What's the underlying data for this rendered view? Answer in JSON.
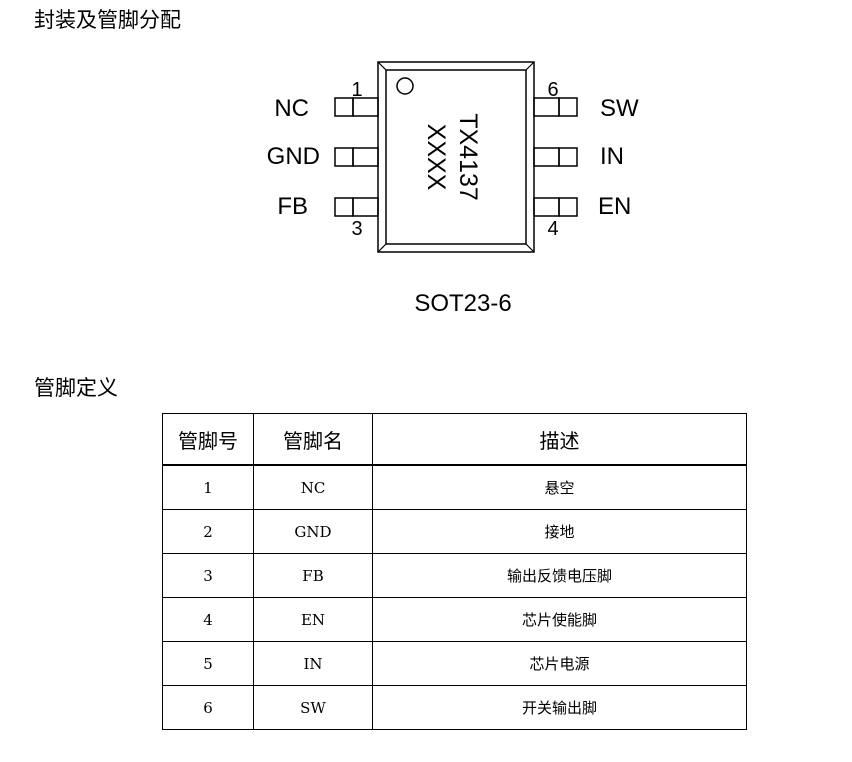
{
  "headings": {
    "package": "封装及管脚分配",
    "definition": "管脚定义"
  },
  "package": {
    "name": "SOT23-6",
    "marking_line1": "TX4137",
    "marking_line2": "XXXX",
    "pins_left": [
      {
        "number": "1",
        "name": "NC"
      },
      {
        "number": "",
        "name": "GND"
      },
      {
        "number": "3",
        "name": "FB"
      }
    ],
    "pins_right": [
      {
        "number": "6",
        "name": "SW"
      },
      {
        "number": "",
        "name": "IN"
      },
      {
        "number": "4",
        "name": "EN"
      }
    ]
  },
  "table": {
    "headers": [
      "管脚号",
      "管脚名",
      "描述"
    ],
    "rows": [
      {
        "num": "1",
        "name": "NC",
        "desc": "悬空"
      },
      {
        "num": "2",
        "name": "GND",
        "desc": "接地"
      },
      {
        "num": "3",
        "name": "FB",
        "desc": "输出反馈电压脚"
      },
      {
        "num": "4",
        "name": "EN",
        "desc": "芯片使能脚"
      },
      {
        "num": "5",
        "name": "IN",
        "desc": "芯片电源"
      },
      {
        "num": "6",
        "name": "SW",
        "desc": "开关输出脚"
      }
    ]
  }
}
